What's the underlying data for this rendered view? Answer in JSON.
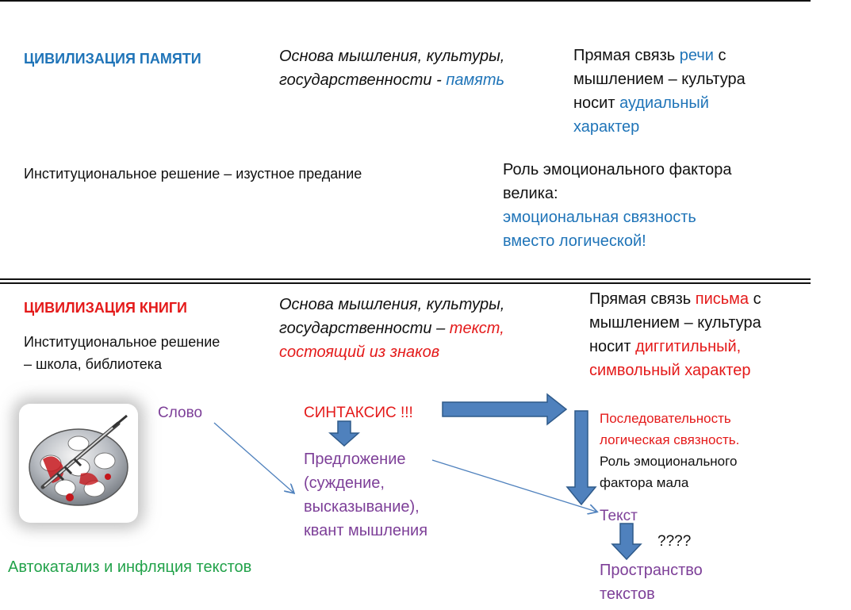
{
  "memory": {
    "heading": "ЦИВИЛИЗАЦИЯ ПАМЯТИ",
    "basis_line1": "Основа мышления, культуры,",
    "basis_line2_pre": "государственности - ",
    "basis_line2_hl": "память",
    "link_line1_pre": "Прямая связь ",
    "link_line1_hl": "речи",
    "link_line1_post": " с",
    "link_line2": "мышлением – культура",
    "link_line3_pre": "носит ",
    "link_line3_hl": "аудиальный",
    "link_line4_hl": "характер",
    "institution": "Институциональное решение – изустное предание",
    "emotion_line1": "Роль эмоционального фактора",
    "emotion_line2": "велика:",
    "emotion_line3": "эмоциональная связность",
    "emotion_line4": "вместо логической!"
  },
  "book": {
    "heading": "ЦИВИЛИЗАЦИЯ КНИГИ",
    "institution_line1": "Институциональное решение",
    "institution_line2": "– школа, библиотека",
    "basis_line1": "Основа мышления, культуры,",
    "basis_line2_pre": "государственности – ",
    "basis_line2_hl": "текст,",
    "basis_line3_hl": "состоящий из знаков",
    "link_line1_pre": "Прямая связь ",
    "link_line1_hl": "письма",
    "link_line1_post": " с",
    "link_line2": "мышлением – культура",
    "link_line3_pre": "носит ",
    "link_line3_hl": "диггитильный,",
    "link_line4_hl": "символьный характер"
  },
  "flow": {
    "word": "Слово",
    "syntax": "СИНТАКСИС !!!",
    "sentence_line1": "Предложение",
    "sentence_line2": "(суждение,",
    "sentence_line3": "высказывание),",
    "sentence_line4": "квант мышления",
    "sequence_line1": "Последовательность",
    "sequence_line2": "логическая связность.",
    "sequence_line3": "Роль эмоционального",
    "sequence_line4": "фактора мала",
    "text": "Текст",
    "question": "????",
    "space_line1": "Пространство",
    "space_line2": "текстов",
    "autocatalysis": "Автокатализ и инфляция текстов"
  },
  "colors": {
    "blue": "#1f74b8",
    "red": "#e41a1a",
    "purple": "#7d3f98",
    "green": "#22a24a",
    "arrow_fill": "#4f81bd",
    "arrow_stroke": "#2f5a8a"
  },
  "icons": {
    "illustration": "film-reel-syringe-icon"
  }
}
